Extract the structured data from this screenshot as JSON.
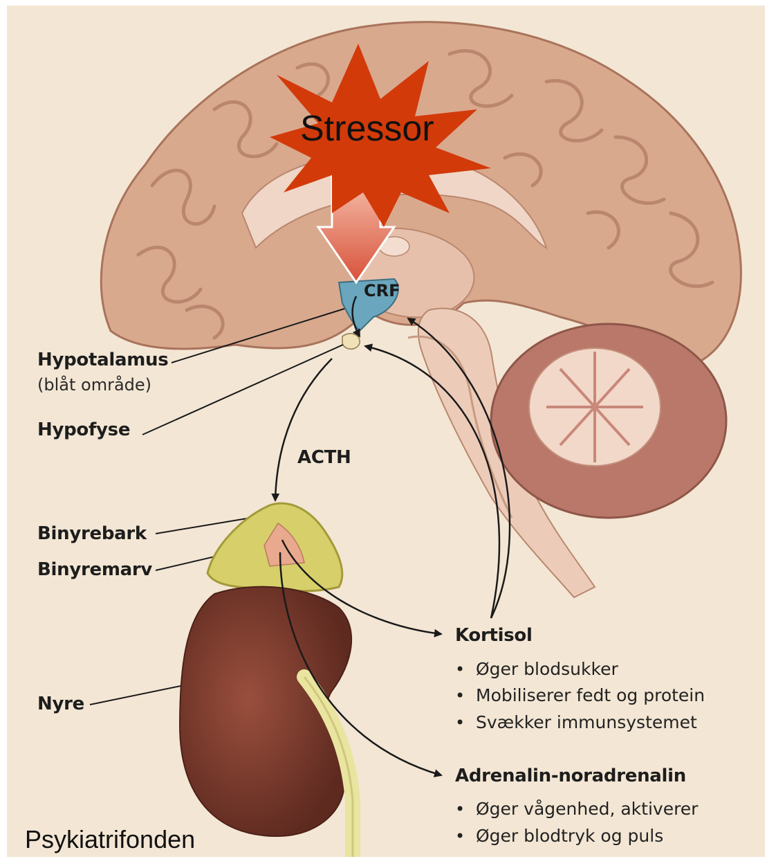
{
  "stressor": "Stressor",
  "crf": "CRF",
  "acth": "ACTH",
  "labels": {
    "hypotalamus": "Hypotalamus",
    "hypotalamus_note": "(blåt område)",
    "hypofyse": "Hypofyse",
    "binyrebark": "Binyrebark",
    "binyremarv": "Binyremarv",
    "nyre": "Nyre"
  },
  "kortisol": {
    "title": "Kortisol",
    "effects": [
      "Øger blodsukker",
      "Mobiliserer fedt og protein",
      "Svækker immunsystemet"
    ]
  },
  "adrenalin": {
    "title": "Adrenalin-noradrenalin",
    "effects": [
      "Øger vågenhed, aktiverer",
      "Øger blodtryk og puls"
    ]
  },
  "credit": "Psykiatrifonden",
  "colors": {
    "background": "#f3e6d4",
    "brain": "#d9a98e",
    "hypothalamus": "#6aa6bd",
    "starburst": "#d23a0a",
    "kidney": "#7a3a2c",
    "adrenal": "#d7cf6a"
  }
}
